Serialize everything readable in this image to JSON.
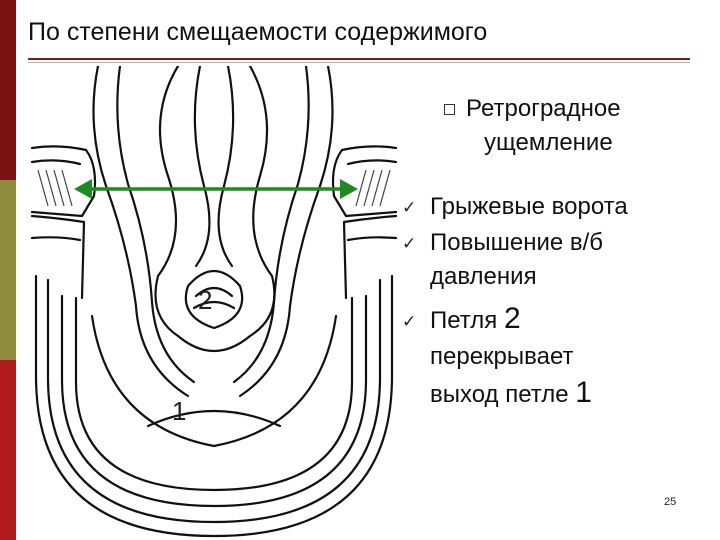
{
  "slide": {
    "title": "По степени смещаемости содержимого",
    "heading_bullet": "Ретроградное ущемление",
    "heading_line1": "Ретроградное",
    "heading_line2": "ущемление",
    "items": [
      {
        "line1": "Грыжевые ворота"
      },
      {
        "line1": "Повышение в/б",
        "line2": "давления"
      },
      {
        "line1_pre": "Петля ",
        "line1_num": "2",
        "line2": "перекрывает",
        "line3_pre": "выход петле ",
        "line3_num": "1"
      }
    ],
    "page_number": "25"
  },
  "illustration": {
    "label_1": "1",
    "label_2": "2"
  },
  "colors": {
    "sidebar_top": "#7a1212",
    "sidebar_mid": "#8c8c3c",
    "sidebar_bottom": "#b01c1c",
    "arrow": "#1f8a1f",
    "title_rule": "#7a1a1a"
  },
  "icons": {
    "heading_bullet": "hollow-square-bullet",
    "list_bullet": "checkmark"
  }
}
